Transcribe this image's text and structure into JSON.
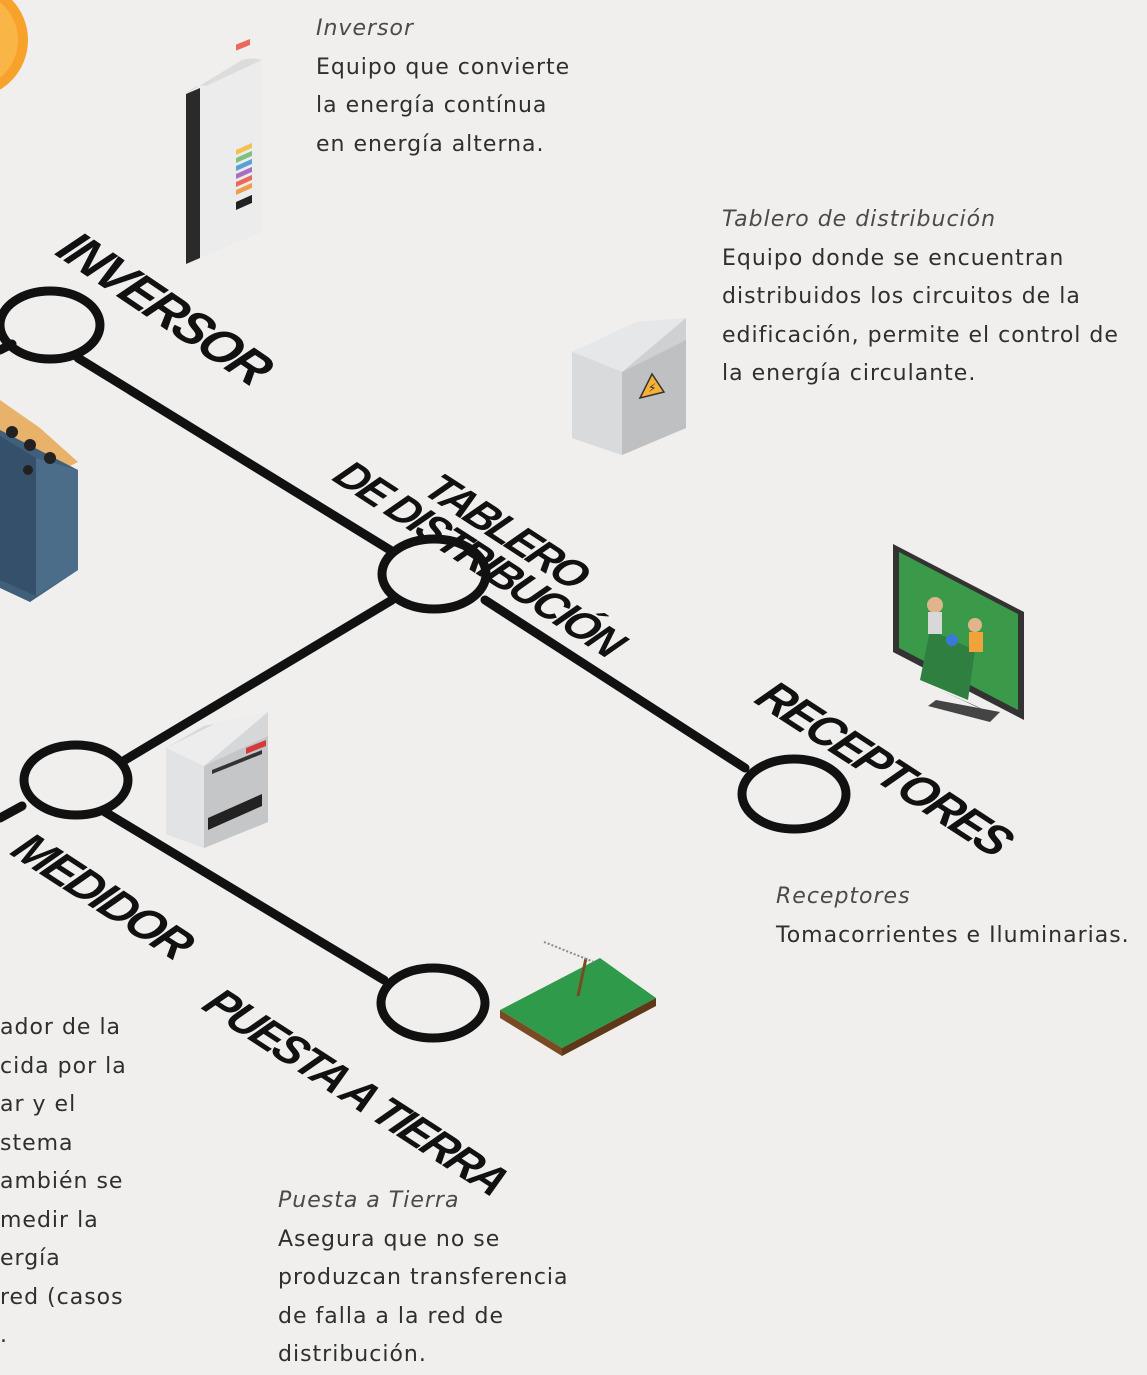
{
  "nodes": [
    {
      "id": "inversor",
      "label": "INVERSOR"
    },
    {
      "id": "tablero",
      "label": "TABLERO\nDE DISTRIBUCIÓN"
    },
    {
      "id": "receptores",
      "label": "RECEPTORES"
    },
    {
      "id": "medidor",
      "label": "MEDIDOR"
    },
    {
      "id": "tierra",
      "label": "PUESTA A TIERRA"
    }
  ],
  "descriptions": {
    "inversor": {
      "title": "Inversor",
      "text": "Equipo que convierte\nla energía contínua\nen energía alterna."
    },
    "tablero": {
      "title": "Tablero de distribución",
      "text": "Equipo donde se encuentran\ndistribuidos los circuitos de la\nedificación, permite el control de\nla energía circulante."
    },
    "receptores": {
      "title": "Receptores",
      "text": "Tomacorrientes e Iluminarias."
    },
    "tierra": {
      "title": "Puesta a Tierra",
      "text": "Asegura que no se\nproduzcan transferencia\nde falla a la red de\ndistribución."
    },
    "medidor": {
      "text": "ador de la\ncida por la\nar y el\nstema\nambién se\nmedir la\nergía\nred (casos\n."
    }
  },
  "icons": [
    "sun-icon",
    "inverter-icon",
    "battery-icon",
    "distribution-board-icon",
    "tv-receiver-icon",
    "meter-icon",
    "ground-rod-icon"
  ]
}
